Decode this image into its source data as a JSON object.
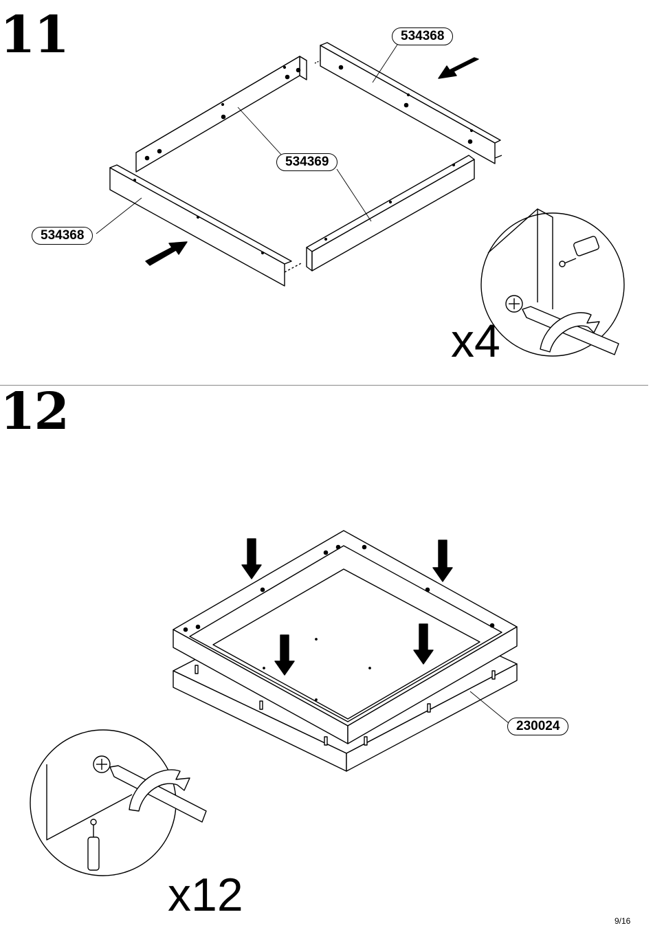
{
  "steps": [
    {
      "number": "11",
      "parts": {
        "top_right": "534368",
        "center": "534369",
        "left": "534368"
      },
      "quantity": "x4"
    },
    {
      "number": "12",
      "parts": {
        "base_panel": "230024"
      },
      "quantity": "x12"
    }
  ],
  "page_number": "9/16"
}
